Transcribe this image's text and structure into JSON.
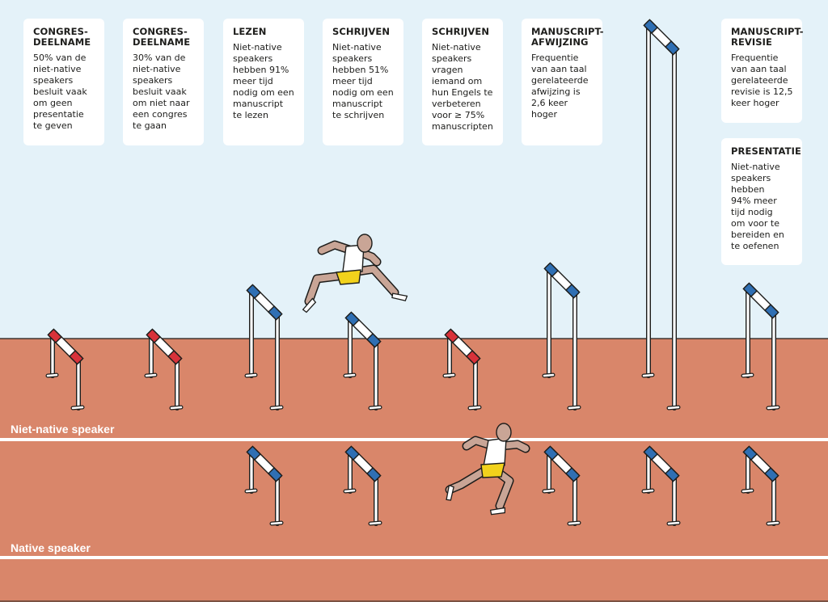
{
  "colors": {
    "sky": "#e4f2f9",
    "track": "#d9866a",
    "lane_line": "#ffffff",
    "hurdle_blue": "#2f6fb3",
    "hurdle_red": "#d8323a",
    "skin": "#c9a596",
    "shorts": "#f2d21c"
  },
  "lanes": {
    "non_native": "Niet-native speaker",
    "native": "Native speaker"
  },
  "cards": [
    {
      "title": "CONGRES-\nDEELNAME",
      "body": "50% van de\nniet-native\nspeakers\nbesluit vaak\nom geen\npresentatie\nte geven"
    },
    {
      "title": "CONGRES-\nDEELNAME",
      "body": "30% van de\nniet-native\nspeakers\nbesluit vaak\nom niet naar\neen congres\nte gaan"
    },
    {
      "title": "LEZEN",
      "body": "Niet-native\nspeakers\nhebben 91%\nmeer tijd\nnodig om een\nmanuscript\nte lezen"
    },
    {
      "title": "SCHRIJVEN",
      "body": "Niet-native\nspeakers\nhebben 51%\nmeer tijd\nnodig om een\nmanuscript\nte schrijven"
    },
    {
      "title": "SCHRIJVEN",
      "body": "Niet-native\nspeakers\nvragen\niemand om\nhun Engels te\nverbeteren\nvoor ≥ 75%\nmanuscripten"
    },
    {
      "title": "MANUSCRIPT-\nAFWIJZING",
      "body": "Frequentie\nvan aan taal\ngerelateerde\nafwijzing is\n2,6 keer hoger"
    },
    {
      "title": "MANUSCRIPT-\nREVISIE",
      "body": "Frequentie\nvan aan taal\ngerelateerde\nrevisie is 12,5\nkeer hoger"
    },
    {
      "title": "PRESENTATIE",
      "body": "Niet-native\nspeakers\nhebben\n94% meer\ntijd nodig\nom voor te\nbereiden en\nte oefenen"
    }
  ]
}
